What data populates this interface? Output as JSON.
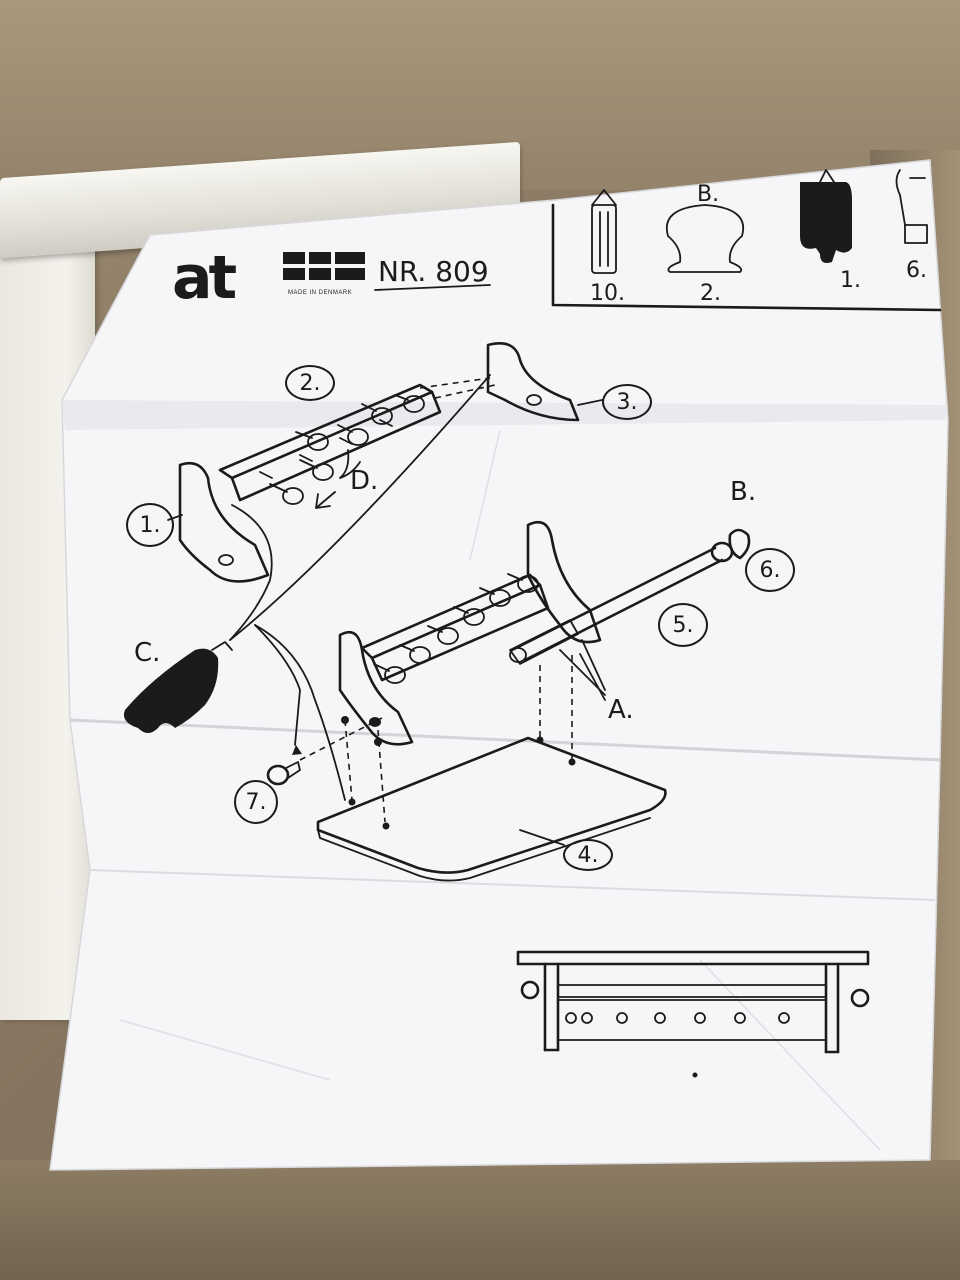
{
  "logo": {
    "brand": "at",
    "tagline": "MADE IN DENMARK"
  },
  "header": {
    "model": "NR. 809"
  },
  "parts_key": [
    {
      "id": "key-10",
      "label": "10."
    },
    {
      "id": "key-B",
      "label": "B."
    },
    {
      "id": "key-2",
      "label": "2."
    },
    {
      "id": "key-1",
      "label": "1."
    },
    {
      "id": "key-6",
      "label": "6."
    }
  ],
  "callouts": {
    "c1": "1.",
    "c2": "2.",
    "c3": "3.",
    "c4": "4.",
    "c5": "5.",
    "c6": "6.",
    "c7": "7.",
    "A": "A.",
    "B": "B.",
    "C": "C.",
    "D": "D."
  },
  "colors": {
    "paper": "#f6f6f8",
    "ink": "#1b1b1b",
    "cardboard": "#8a7a62"
  }
}
